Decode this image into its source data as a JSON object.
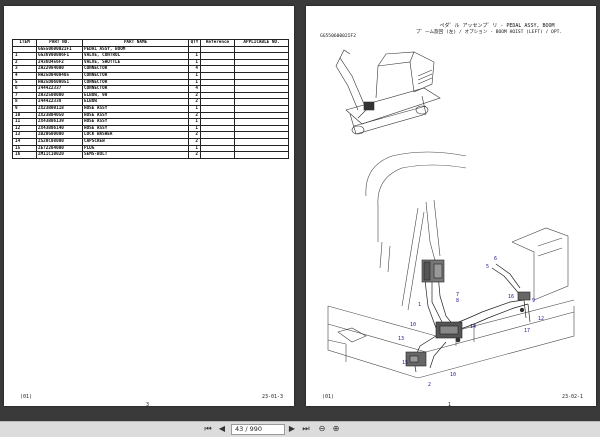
{
  "left_page": {
    "table": {
      "headers": [
        "ITEM",
        "PART NO.",
        "PART NAME",
        "QTY",
        "Reference",
        "APPLICABLE NO."
      ],
      "rows": [
        {
          "item": "",
          "part_no": "GG55060002IF1",
          "name": "PEDAL ASSY, BOOM",
          "qty": ""
        },
        {
          "item": "1",
          "part_no": "GG36V00006F1",
          "name": "VALVE, CONTROL",
          "qty": "1"
        },
        {
          "item": "2",
          "part_no": "2436U456F2",
          "name": "VALVE, SHUTTLE",
          "qty": "1"
        },
        {
          "item": "3",
          "part_no": "ZH22984000",
          "name": "CONNECTOR",
          "qty": "4"
        },
        {
          "item": "4",
          "part_no": "HH25D0400405",
          "name": "CONNECTOR",
          "qty": "1"
        },
        {
          "item": "5",
          "part_no": "HH25D0600051",
          "name": "CONNECTOR",
          "qty": "1"
        },
        {
          "item": "6",
          "part_no": "2444Z2337",
          "name": "CONNECTOR",
          "qty": "4"
        },
        {
          "item": "7",
          "part_no": "ZH32500000",
          "name": "ELBOW, 90",
          "qty": "2"
        },
        {
          "item": "8",
          "part_no": "2444Z2338",
          "name": "ELBOW",
          "qty": "2"
        },
        {
          "item": "9",
          "part_no": "ZX23B00118",
          "name": "HOSE ASSY",
          "qty": "1"
        },
        {
          "item": "10",
          "part_no": "ZX23B04050",
          "name": "HOSE ASSY",
          "qty": "2"
        },
        {
          "item": "11",
          "part_no": "ZX43B06139",
          "name": "HOSE ASSY",
          "qty": "1"
        },
        {
          "item": "12",
          "part_no": "ZX43B06140",
          "name": "HOSE ASSY",
          "qty": "1"
        },
        {
          "item": "13",
          "part_no": "ZB20G00000",
          "name": "LOCK WASHER",
          "qty": "2"
        },
        {
          "item": "14",
          "part_no": "ZS20C08000",
          "name": "CAPSCREW",
          "qty": "2"
        },
        {
          "item": "15",
          "part_no": "ZE72204000",
          "name": "PLUG",
          "qty": "1"
        },
        {
          "item": "16",
          "part_no": "ZM11C10020",
          "name": "SEMS-BOLT",
          "qty": "2"
        }
      ]
    },
    "footer_left": "(01)",
    "page_number": "3",
    "footer_right": "23-01-3"
  },
  "right_page": {
    "title_jp": "ペダ゛ル アッセンブ゛リ - PEDAL ASSY, BOOM",
    "subtitle": "ブ゛ーム旋回 (左) / オプション - BOOM HOIST (LEFT) / OPT.",
    "code": "GG55060002IF2",
    "callouts": [
      "1",
      "2",
      "5",
      "6",
      "7",
      "8",
      "9",
      "10",
      "10",
      "12",
      "13",
      "14",
      "15",
      "16",
      "17"
    ],
    "footer_left": "(01)",
    "page_number": "1",
    "footer_right": "23-02-1"
  },
  "toolbar": {
    "first_icon": "first-page-icon",
    "prev_icon": "previous-page-icon",
    "page_field": "43 / 990",
    "next_icon": "next-page-icon",
    "last_icon": "last-page-icon",
    "zoom_out_icon": "zoom-out-icon",
    "zoom_in_icon": "zoom-in-icon"
  }
}
